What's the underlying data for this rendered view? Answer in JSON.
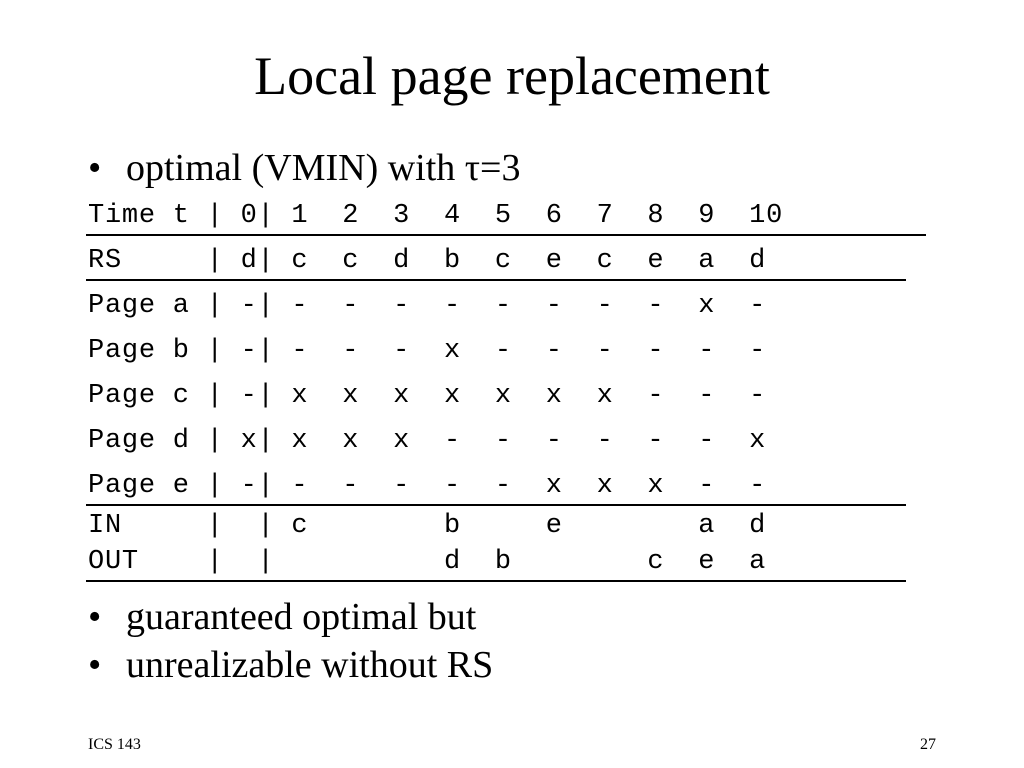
{
  "title": "Local page replacement",
  "bullets_top": [
    "optimal (VMIN) with τ=3"
  ],
  "table_lines": [
    "Time t | 0| 1  2  3  4  5  6  7  8  9  10",
    "RS     | d| c  c  d  b  c  e  c  e  a  d",
    "Page a | -| -  -  -  -  -  -  -  -  x  -",
    "Page b | -| -  -  -  x  -  -  -  -  -  -",
    "Page c | -| x  x  x  x  x  x  x  -  -  -",
    "Page d | x| x  x  x  -  -  -  -  -  -  x",
    "Page e | -| -  -  -  -  -  x  x  x  -  -",
    "IN     |  | c        b     e        a  d",
    "OUT    |  |          d  b        c  e  a"
  ],
  "bullets_bottom": [
    "guaranteed optimal but",
    "unrealizable without RS"
  ],
  "footer": {
    "left": "ICS 143",
    "right": "27"
  }
}
